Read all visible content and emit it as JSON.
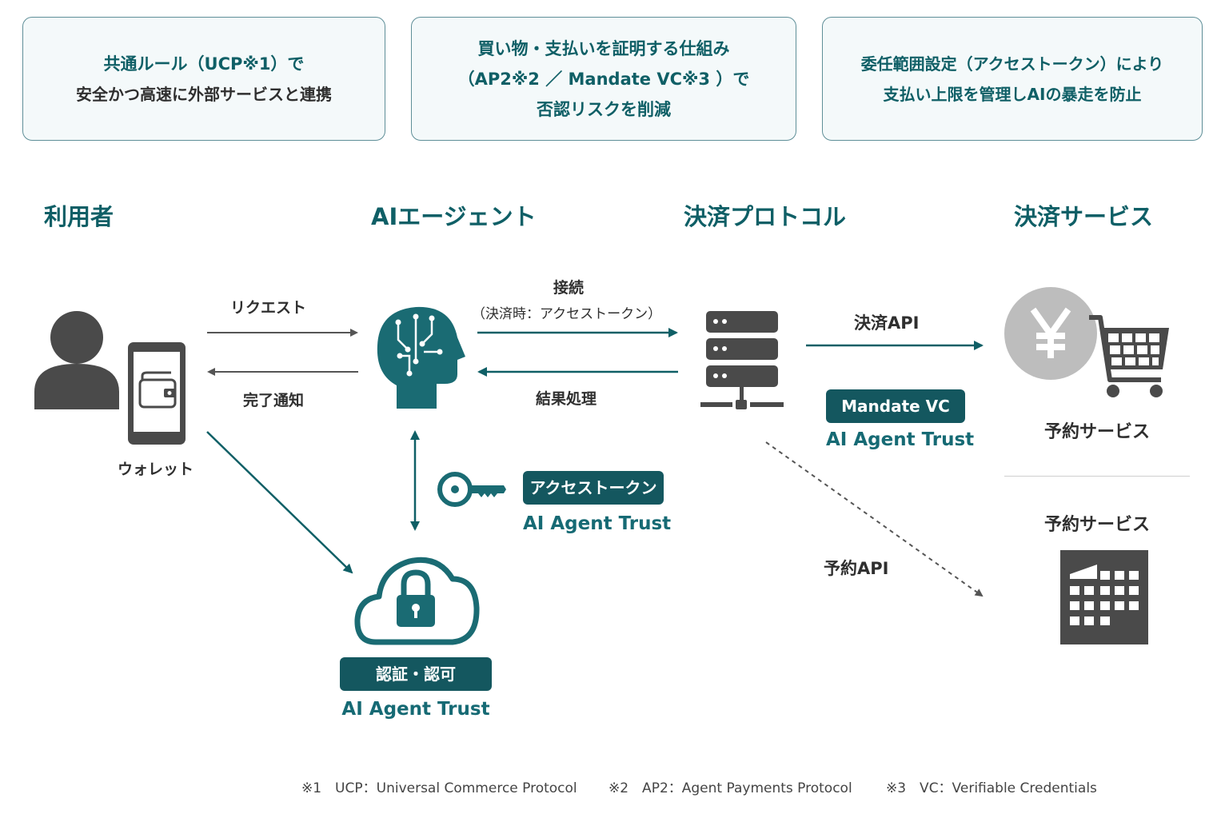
{
  "colors": {
    "accent": "#0f5f66",
    "badge_bg": "#14575f",
    "icon_dark": "#4a4a4a",
    "icon_grey": "#bdbdbd",
    "box_border": "#5f8f98"
  },
  "top_boxes": [
    {
      "lines": [
        "共通ルール（UCP※1）で",
        "安全かつ高速に外部サービスと連携"
      ]
    },
    {
      "lines": [
        "買い物・支払いを証明する仕組み",
        "（AP2※2 ／ Mandate VC※3 ）で",
        "否認リスクを削減"
      ]
    },
    {
      "lines": [
        "委任範囲設定（アクセストークン）により",
        "支払い上限を管理しAIの暴走を防止"
      ]
    }
  ],
  "columns": {
    "user": "利用者",
    "agent": "AIエージェント",
    "protocol": "決済プロトコル",
    "service": "決済サービス"
  },
  "labels": {
    "request": "リクエスト",
    "done": "完了通知",
    "wallet": "ウォレット",
    "connect": "接続",
    "connect_sub": "（決済時：アクセストークン）",
    "result": "結果処理",
    "pay_api": "決済API",
    "reserve_api": "予約API",
    "reserve_service_1": "予約サービス",
    "reserve_service_2": "予約サービス"
  },
  "badges": {
    "mandate": "Mandate VC",
    "access_token": "アクセストークン",
    "auth": "認証・認可",
    "trust": "AI Agent Trust"
  },
  "icons": {
    "user": "person-icon",
    "wallet": "wallet-phone-icon",
    "ai": "ai-head-icon",
    "server": "server-icon",
    "yen": "yen-coin-icon",
    "cart": "shopping-cart-icon",
    "key": "key-icon",
    "cloud_lock": "cloud-lock-icon",
    "calendar": "calendar-icon"
  },
  "footnotes": [
    "※1　UCP：Universal Commerce Protocol",
    "※2　AP2：Agent Payments Protocol",
    "※3　VC：Verifiable Credentials"
  ]
}
